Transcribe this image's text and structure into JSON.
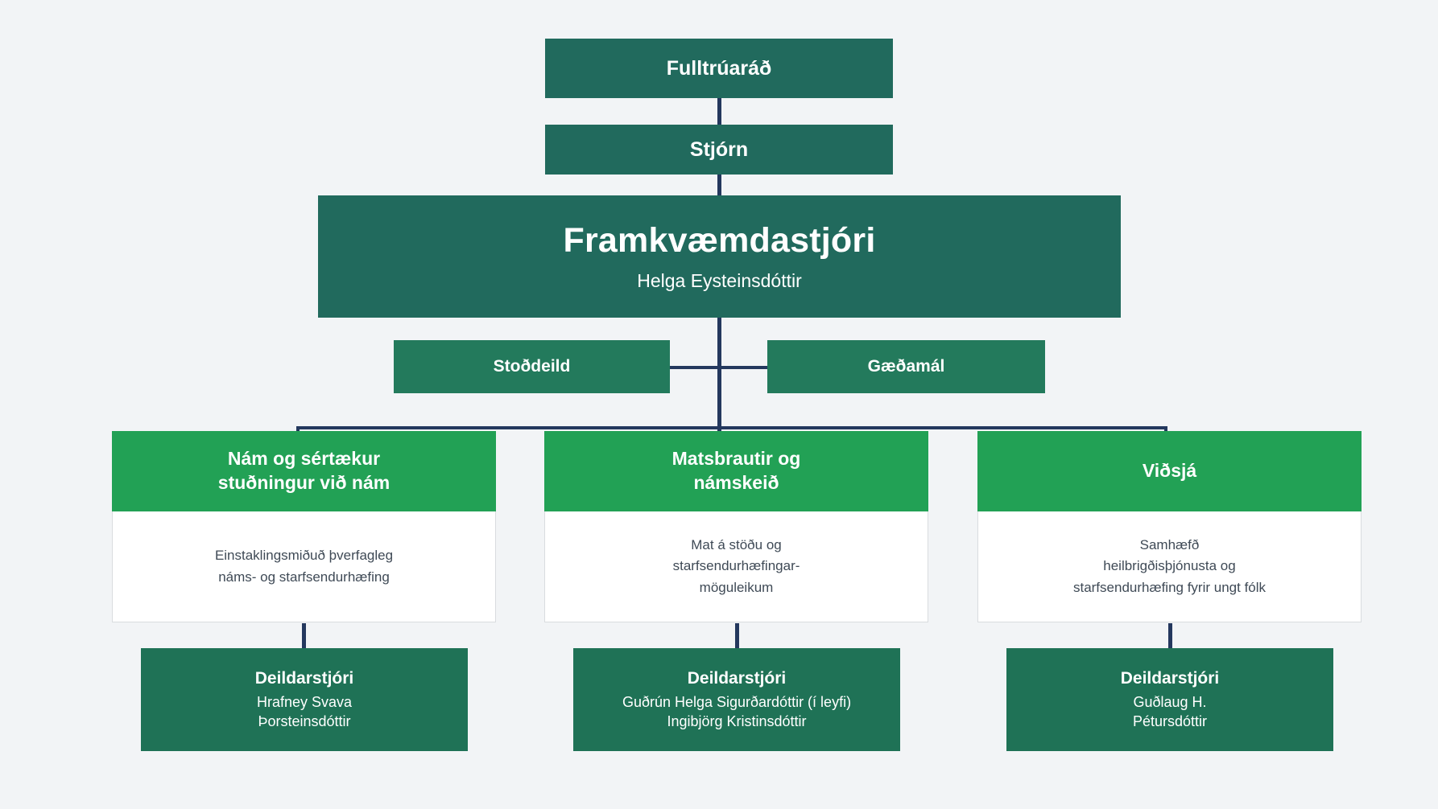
{
  "theme": {
    "background": "#f2f4f6",
    "dark_green": "#216a5d",
    "mid_green": "#237a5c",
    "deep_green": "#1f7256",
    "bright_green": "#22a155",
    "connector": "#24385e",
    "card_background": "#ffffff",
    "card_border": "#d9dcdf",
    "card_text": "#3f4a56"
  },
  "top": {
    "council": "Fulltrúaráð",
    "board": "Stjórn"
  },
  "executive": {
    "title": "Framkvæmdastjóri",
    "name": "Helga Eysteinsdóttir"
  },
  "branches": [
    {
      "label": "Stoðdeild"
    },
    {
      "label": "Gæðamál"
    }
  ],
  "departments": [
    {
      "title_line1": "Nám og sértækur",
      "title_line2": "stuðningur við nám",
      "description_line1": "Einstaklingsmiðuð þverfagleg",
      "description_line2": "náms- og starfsendurhæfing",
      "description_line3": "",
      "manager_title": "Deildarstjóri",
      "manager_line1": "Hrafney Svava",
      "manager_line2": "Þorsteinsdóttir"
    },
    {
      "title_line1": "Matsbrautir og",
      "title_line2": "námskeið",
      "description_line1": "Mat á stöðu og",
      "description_line2": "starfsendurhæfingar-",
      "description_line3": "möguleikum",
      "manager_title": "Deildarstjóri",
      "manager_line1": "Guðrún Helga Sigurðardóttir (í leyfi)",
      "manager_line2": "Ingibjörg Kristinsdóttir"
    },
    {
      "title_line1": "Viðsjá",
      "title_line2": "",
      "description_line1": "Samhæfð",
      "description_line2": "heilbrigðisþjónusta og",
      "description_line3": "starfsendurhæfing fyrir ungt fólk",
      "manager_title": "Deildarstjóri",
      "manager_line1": "Guðlaug H.",
      "manager_line2": "Pétursdóttir"
    }
  ]
}
